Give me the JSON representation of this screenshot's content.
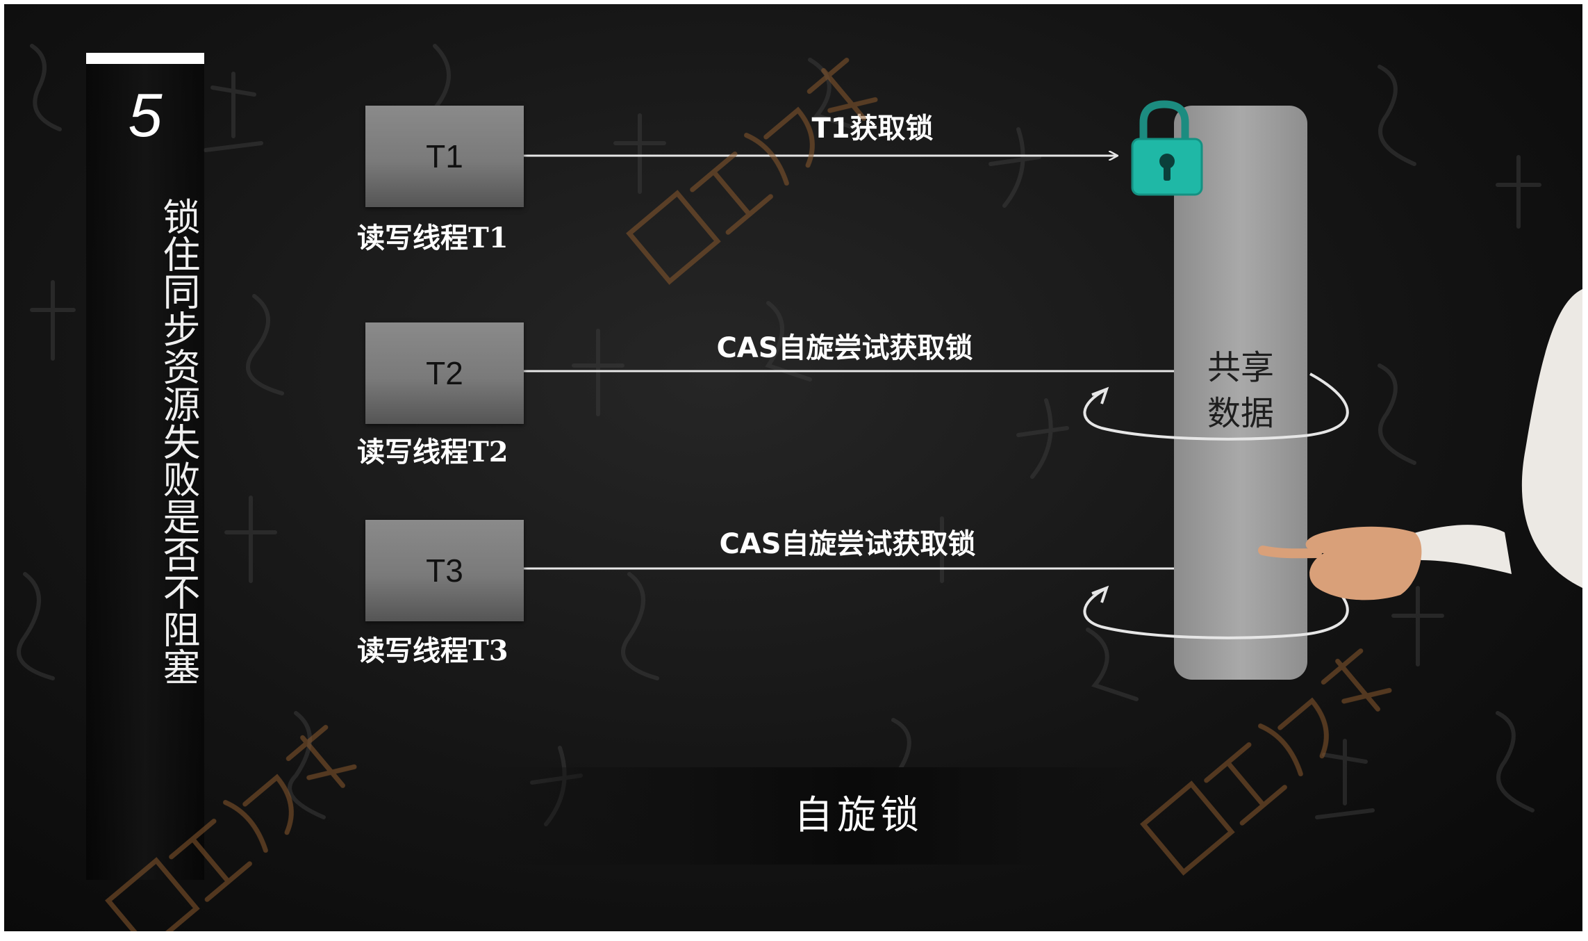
{
  "slide": {
    "number": "5",
    "title": "锁住同步资源失败是否不阻塞"
  },
  "threads": [
    {
      "box_label": "T1",
      "caption": "读写线程T1",
      "arrow_label": "T1获取锁"
    },
    {
      "box_label": "T2",
      "caption": "读写线程T2",
      "arrow_label": "CAS自旋尝试获取锁"
    },
    {
      "box_label": "T3",
      "caption": "读写线程T3",
      "arrow_label": "CAS自旋尝试获取锁"
    }
  ],
  "shared_data": {
    "label_line1": "共享",
    "label_line2": "数据"
  },
  "lock": {
    "icon": "padlock-icon",
    "color": "#1fb8a6"
  },
  "bottom": {
    "label": "自旋锁"
  },
  "watermark": {
    "text": "咕泡教育",
    "color": "#8a5a2e"
  },
  "colors": {
    "background": "#141414",
    "box": "#7f7f7f",
    "pillar": "#a0a0a0",
    "line": "#e6e6e6"
  }
}
